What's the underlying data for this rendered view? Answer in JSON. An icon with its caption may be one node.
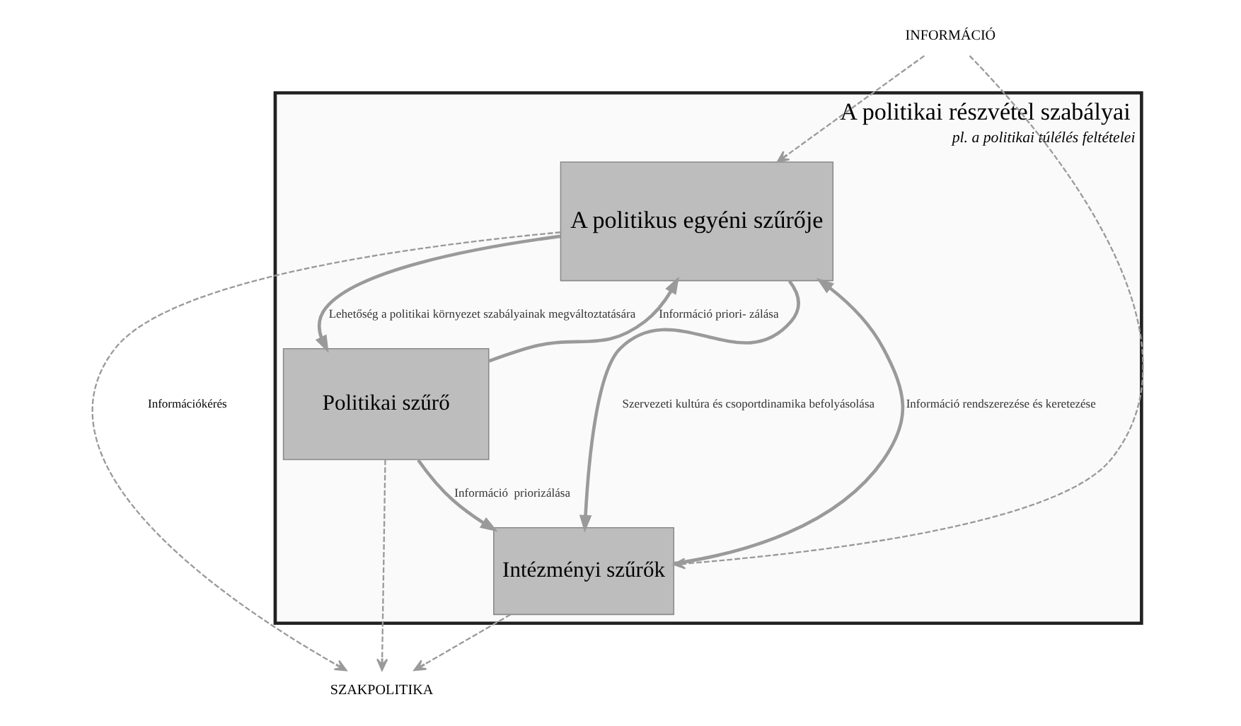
{
  "diagram": {
    "nodes": [
      {
        "text": [
          "A politikai részvétel szabályai",
          "pl. a politikai túlélés feltételei"
        ]
      },
      {
        "text": [
          "A politikus egyéni szűrője"
        ],
        "in": 0
      },
      {
        "text": [
          "Intézményi szűrők"
        ],
        "in": 0
      },
      {
        "text": [
          "Politikai szűrő"
        ],
        "in": 0
      },
      {
        "text": [
          "INFORMÁCIÓ"
        ]
      },
      {
        "text": [
          "SZAKPOLITIKA"
        ]
      }
    ],
    "edges": [
      {
        "from": 4,
        "to": 1,
        "arrow": "to",
        "style": "dashed"
      },
      {
        "from": 4,
        "to": 2,
        "arrow": "to",
        "style": "dashed"
      },
      {
        "from": 1,
        "to": 2,
        "arrow": "to",
        "label": "Szervezeti kultúra és csoportdinamika befolyásolása"
      },
      {
        "from": 1,
        "to": 3,
        "arrow": "to",
        "label": "Lehetőség a politikai környezet szabályainak megváltoztatására"
      },
      {
        "from": 2,
        "to": 1,
        "arrow": "to",
        "label": "Információ rendszerezése és keretezése"
      },
      {
        "from": 3,
        "to": 1,
        "arrow": "to",
        "label": "Információ priori- zálása"
      },
      {
        "from": 3,
        "to": 2,
        "arrow": "to",
        "label": "Információ  priorizálása"
      },
      {
        "from": 2,
        "to": 5,
        "arrow": "to",
        "style": "dashed"
      },
      {
        "from": 1,
        "to": 5,
        "arrow": "to",
        "style": "dashed"
      },
      {
        "from": 3,
        "to": 5,
        "arrow": "to",
        "style": "dashed"
      }
    ],
    "labels": [
      "Információkérés"
    ]
  }
}
